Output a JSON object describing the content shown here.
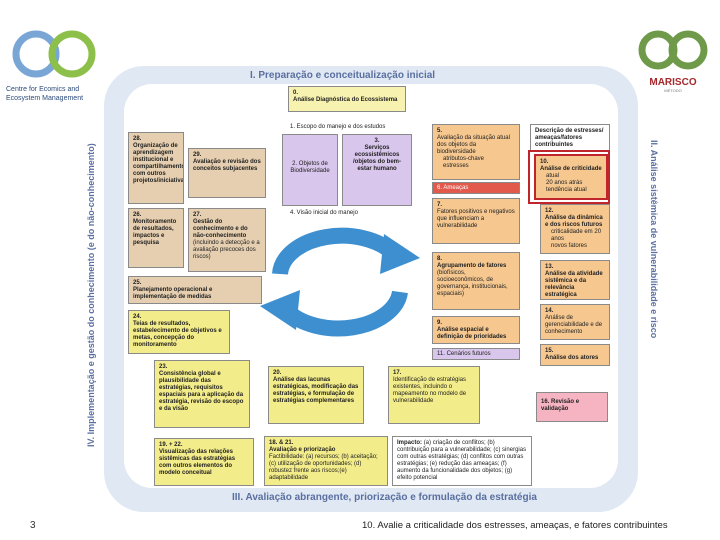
{
  "logo_left": {
    "name": "Centre for Ecomics and Ecosystem Management"
  },
  "logo_right": {
    "name": "MARISCO",
    "sub": "MÉTODO"
  },
  "bands": {
    "top": "I. Preparação e conceitualização inicial",
    "right": "II. Análise sistêmica de vulnerabilidade e risco",
    "bottom": "III. Avaliação abrangente, priorização e formulação da estratégia",
    "left": "IV. Implementação e gestão do conhecimento (e do não-conhecimento)"
  },
  "boxes": {
    "b0": {
      "num": "0.",
      "title": "Análise Diagnóstica do Ecossistema"
    },
    "b1": {
      "text": "1. Escopo do manejo e dos estudos"
    },
    "b2": {
      "text": "2. Objetos de Biodiversidade"
    },
    "b3": {
      "num": "3.",
      "title": "Serviços ecossistêmicos /objetos do bem-estar humano"
    },
    "b4": {
      "text": "4. Visão inicial do manejo"
    },
    "b5": {
      "num": "5.",
      "body": "Avaliação da situação atual dos objetos da biodiversidade",
      "items": [
        "atributos-chave",
        "estresses"
      ]
    },
    "b6": {
      "text": "6. Ameaças"
    },
    "b7": {
      "num": "7.",
      "title": "Fatores positivos e negativos que influenciam a vulnerabilidade"
    },
    "b8": {
      "num": "8.",
      "title": "Agrupamento de fatores",
      "body": "(biofísicos, socioeconômicos, de governança, institucionais, espaciais)"
    },
    "b9": {
      "num": "9.",
      "title": "Análise espacial e definição de prioridades"
    },
    "b11": {
      "text": "11. Cenários futuros"
    },
    "desc": {
      "title": "Descrição de estresses/ ameaças/fatores contribuintes"
    },
    "b10": {
      "num": "10.",
      "title": "Análise de criticidade",
      "items": [
        "atual",
        "20 anos atrás",
        "tendência atual"
      ]
    },
    "b12": {
      "num": "12.",
      "title": "Análise da dinâmica e dos riscos futuros",
      "items": [
        "criticalidade em 20 anos",
        "novos fatores"
      ]
    },
    "b13": {
      "num": "13.",
      "title": "Análise da atividade sistêmica e da relevância estratégica"
    },
    "b14": {
      "num": "14.",
      "title": "Análise de gerenciabilidade e de conhecimento"
    },
    "b15": {
      "num": "15.",
      "title": "Análise dos atores"
    },
    "b16": {
      "title": "16. Revisão e validação"
    },
    "b17": {
      "num": "17.",
      "body": "Identificação de estratégias existentes, incluindo o mapeamento no modelo de vulnerabilidade"
    },
    "b18": {
      "num": "18. & 21.",
      "title": "Avaliação e priorização",
      "body": "Factibilidade: (a) recursos; (b) aceitação; (c) utilização de oportunidades; (d) robustez frente aos riscos;(e) adaptabilidade"
    },
    "b19": {
      "num": "19. + 22.",
      "title": "Visualização das relações sistêmicas das estratégias com outros elementos do modelo conceitual"
    },
    "b20": {
      "num": "20.",
      "title": "Análise das lacunas estratégicas, modificação das estratégias, e formulação de estratégias complementares"
    },
    "b23": {
      "num": "23.",
      "title": "Consistência global e plausibilidade das estratégias, requisitos espaciais para a aplicação da estratégia, revisão do escopo e da visão"
    },
    "b24": {
      "num": "24.",
      "title": "Teias de resultados, estabelecimento de objetivos e metas, concepção do monitoramento"
    },
    "b25": {
      "num": "25.",
      "title": "Planejamento operacional e implementação de medidas"
    },
    "b26": {
      "num": "26.",
      "title": "Monitoramento de resultados, impactos e pesquisa"
    },
    "b27": {
      "num": "27.",
      "title": "Gestão do conhecimento e do não-conhecimento",
      "body": "(incluindo a detecção e a avaliação precoces dos riscos)"
    },
    "b28": {
      "num": "28.",
      "title": "Organização de aprendizagem institucional e compartilhamento com outros projetos/iniciativas"
    },
    "b29": {
      "num": "29.",
      "title": "Avaliação e revisão dos conceitos subjacentes"
    },
    "impacto": {
      "title": "Impacto:",
      "body": "(a) criação de conflitos; (b) contribuição para a vulnerabilidade; (c) sinergias com outras estratégias; (d) conflitos com outras estratégias; (e) redução das ameaças; (f) aumento da funcionalidade dos objetos; (g) efeito potencial"
    }
  },
  "footer": {
    "page": "3",
    "caption": "10. Avalie a criticalidade dos estresses, ameaças, e fatores contribuintes"
  },
  "colors": {
    "band": "#dfe8f3",
    "highlight": "#c0252b"
  }
}
